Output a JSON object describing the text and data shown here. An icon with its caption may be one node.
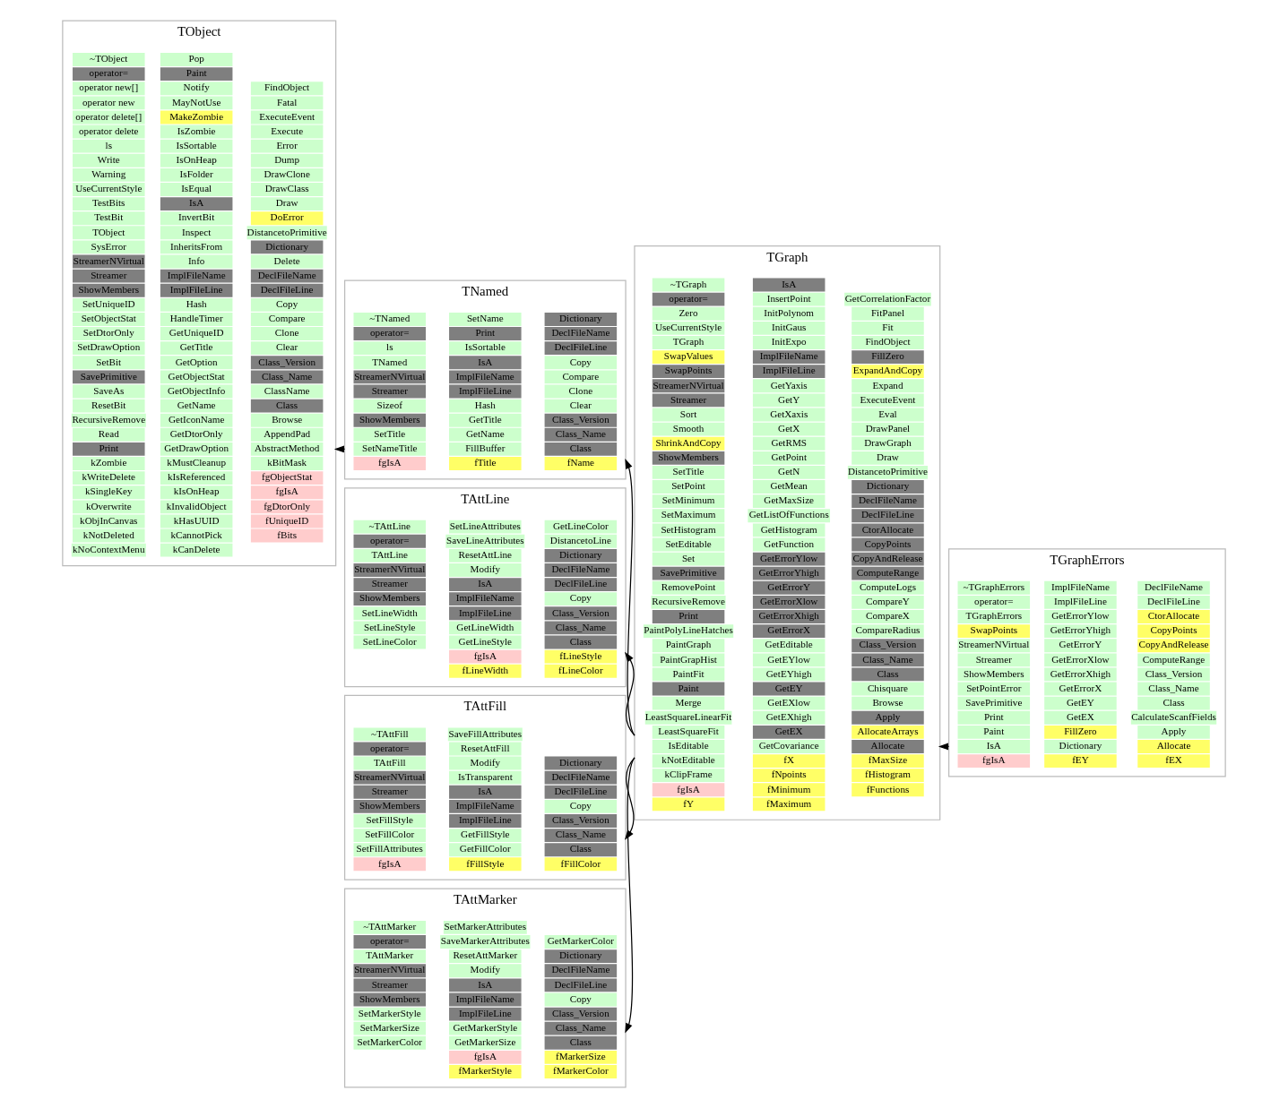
{
  "diagram": {
    "nodes": [
      {
        "text": [
          "TObject"
        ]
      },
      {
        "text": [
          "kNoContextMenu"
        ],
        "in": 0
      },
      {
        "text": [
          "kNotDeleted"
        ],
        "in": 0
      },
      {
        "text": [
          "kObjInCanvas"
        ],
        "in": 0
      },
      {
        "text": [
          "kOverwrite"
        ],
        "in": 0
      },
      {
        "text": [
          "kSingleKey"
        ],
        "in": 0
      },
      {
        "text": [
          "kWriteDelete"
        ],
        "in": 0
      },
      {
        "text": [
          "kZombie"
        ],
        "in": 0
      },
      {
        "text": [
          "kCanDelete"
        ],
        "in": 0
      },
      {
        "text": [
          "kCannotPick"
        ],
        "in": 0
      },
      {
        "text": [
          "kHasUUID"
        ],
        "in": 0
      },
      {
        "text": [
          "kInvalidObject"
        ],
        "in": 0
      },
      {
        "text": [
          "kIsOnHeap"
        ],
        "in": 0
      },
      {
        "text": [
          "kIsReferenced"
        ],
        "in": 0
      },
      {
        "text": [
          "kMustCleanup"
        ],
        "in": 0
      },
      {
        "text": [
          "fBits"
        ],
        "in": 0
      },
      {
        "text": [
          "fUniqueID"
        ],
        "in": 0
      },
      {
        "text": [
          "fgDtorOnly"
        ],
        "in": 0
      },
      {
        "text": [
          "fgIsA"
        ],
        "in": 0
      },
      {
        "text": [
          "fgObjectStat"
        ],
        "in": 0
      },
      {
        "text": [
          "kBitMask"
        ],
        "in": 0
      },
      {
        "text": [
          "Print"
        ],
        "in": 0
      },
      {
        "text": [
          "Read"
        ],
        "in": 0
      },
      {
        "text": [
          "RecursiveRemove"
        ],
        "in": 0
      },
      {
        "text": [
          "ResetBit"
        ],
        "in": 0
      },
      {
        "text": [
          "SaveAs"
        ],
        "in": 0
      },
      {
        "text": [
          "SavePrimitive"
        ],
        "in": 0
      },
      {
        "text": [
          "SetBit"
        ],
        "in": 0
      },
      {
        "text": [
          "SetDrawOption"
        ],
        "in": 0
      },
      {
        "text": [
          "SetDtorOnly"
        ],
        "in": 0
      },
      {
        "text": [
          "SetObjectStat"
        ],
        "in": 0
      },
      {
        "text": [
          "SetUniqueID"
        ],
        "in": 0
      },
      {
        "text": [
          "ShowMembers"
        ],
        "in": 0
      },
      {
        "text": [
          "Streamer"
        ],
        "in": 0
      },
      {
        "text": [
          "StreamerNVirtual"
        ],
        "in": 0
      },
      {
        "text": [
          "SysError"
        ],
        "in": 0
      },
      {
        "text": [
          "TObject"
        ],
        "in": 0
      },
      {
        "text": [
          "TestBit"
        ],
        "in": 0
      },
      {
        "text": [
          "TestBits"
        ],
        "in": 0
      },
      {
        "text": [
          "UseCurrentStyle"
        ],
        "in": 0
      },
      {
        "text": [
          "Warning"
        ],
        "in": 0
      },
      {
        "text": [
          "Write"
        ],
        "in": 0
      },
      {
        "text": [
          "ls"
        ],
        "in": 0
      },
      {
        "text": [
          "operator delete"
        ],
        "in": 0
      },
      {
        "text": [
          "operator delete[]"
        ],
        "in": 0
      },
      {
        "text": [
          "operator new"
        ],
        "in": 0
      },
      {
        "text": [
          "operator new[]"
        ],
        "in": 0
      },
      {
        "text": [
          "operator="
        ],
        "in": 0
      },
      {
        "text": [
          "~TObject"
        ],
        "in": 0
      },
      {
        "text": [
          "GetDrawOption"
        ],
        "in": 0
      },
      {
        "text": [
          "GetDtorOnly"
        ],
        "in": 0
      },
      {
        "text": [
          "GetIconName"
        ],
        "in": 0
      },
      {
        "text": [
          "GetName"
        ],
        "in": 0
      },
      {
        "text": [
          "GetObjectInfo"
        ],
        "in": 0
      },
      {
        "text": [
          "GetObjectStat"
        ],
        "in": 0
      },
      {
        "text": [
          "GetOption"
        ],
        "in": 0
      },
      {
        "text": [
          "GetTitle"
        ],
        "in": 0
      },
      {
        "text": [
          "GetUniqueID"
        ],
        "in": 0
      },
      {
        "text": [
          "HandleTimer"
        ],
        "in": 0
      },
      {
        "text": [
          "Hash"
        ],
        "in": 0
      },
      {
        "text": [
          "ImplFileLine"
        ],
        "in": 0
      },
      {
        "text": [
          "ImplFileName"
        ],
        "in": 0
      },
      {
        "text": [
          "Info"
        ],
        "in": 0
      },
      {
        "text": [
          "InheritsFrom"
        ],
        "in": 0
      },
      {
        "text": [
          "Inspect"
        ],
        "in": 0
      },
      {
        "text": [
          "InvertBit"
        ],
        "in": 0
      },
      {
        "text": [
          "IsA"
        ],
        "in": 0
      },
      {
        "text": [
          "IsEqual"
        ],
        "in": 0
      },
      {
        "text": [
          "IsFolder"
        ],
        "in": 0
      },
      {
        "text": [
          "IsOnHeap"
        ],
        "in": 0
      },
      {
        "text": [
          "IsSortable"
        ],
        "in": 0
      },
      {
        "text": [
          "IsZombie"
        ],
        "in": 0
      },
      {
        "text": [
          "MakeZombie"
        ],
        "in": 0
      },
      {
        "text": [
          "MayNotUse"
        ],
        "in": 0
      },
      {
        "text": [
          "Notify"
        ],
        "in": 0
      },
      {
        "text": [
          "Paint"
        ],
        "in": 0
      },
      {
        "text": [
          "Pop"
        ],
        "in": 0
      },
      {
        "text": [
          "AbstractMethod"
        ],
        "in": 0
      },
      {
        "text": [
          "AppendPad"
        ],
        "in": 0
      },
      {
        "text": [
          "Browse"
        ],
        "in": 0
      },
      {
        "text": [
          "Class"
        ],
        "in": 0
      },
      {
        "text": [
          "ClassName"
        ],
        "in": 0
      },
      {
        "text": [
          "Class_Name"
        ],
        "in": 0
      },
      {
        "text": [
          "Class_Version"
        ],
        "in": 0
      },
      {
        "text": [
          "Clear"
        ],
        "in": 0
      },
      {
        "text": [
          "Clone"
        ],
        "in": 0
      },
      {
        "text": [
          "Compare"
        ],
        "in": 0
      },
      {
        "text": [
          "Copy"
        ],
        "in": 0
      },
      {
        "text": [
          "DeclFileLine"
        ],
        "in": 0
      },
      {
        "text": [
          "DeclFileName"
        ],
        "in": 0
      },
      {
        "text": [
          "Delete"
        ],
        "in": 0
      },
      {
        "text": [
          "Dictionary"
        ],
        "in": 0
      },
      {
        "text": [
          "DistancetoPrimitive"
        ],
        "in": 0
      },
      {
        "text": [
          "DoError"
        ],
        "in": 0
      },
      {
        "text": [
          "Draw"
        ],
        "in": 0
      },
      {
        "text": [
          "DrawClass"
        ],
        "in": 0
      },
      {
        "text": [
          "DrawClone"
        ],
        "in": 0
      },
      {
        "text": [
          "Dump"
        ],
        "in": 0
      },
      {
        "text": [
          "Error"
        ],
        "in": 0
      },
      {
        "text": [
          "Execute"
        ],
        "in": 0
      },
      {
        "text": [
          "ExecuteEvent"
        ],
        "in": 0
      },
      {
        "text": [
          "Fatal"
        ],
        "in": 0
      },
      {
        "text": [
          "FindObject"
        ],
        "in": 0
      },
      {
        "text": [
          "TNamed"
        ]
      },
      {
        "text": [
          "fgIsA"
        ],
        "in": 103
      },
      {
        "text": [
          "fTitle"
        ],
        "in": 103
      },
      {
        "text": [
          "fName"
        ],
        "in": 103
      },
      {
        "text": [
          "SetNameTitle"
        ],
        "in": 103
      },
      {
        "text": [
          "SetTitle"
        ],
        "in": 103
      },
      {
        "text": [
          "ShowMembers"
        ],
        "in": 103
      },
      {
        "text": [
          "Sizeof"
        ],
        "in": 103
      },
      {
        "text": [
          "Streamer"
        ],
        "in": 103
      },
      {
        "text": [
          "StreamerNVirtual"
        ],
        "in": 103
      },
      {
        "text": [
          "TNamed"
        ],
        "in": 103
      },
      {
        "text": [
          "ls"
        ],
        "in": 103
      },
      {
        "text": [
          "operator="
        ],
        "in": 103
      },
      {
        "text": [
          "~TNamed"
        ],
        "in": 103
      },
      {
        "text": [
          "FillBuffer"
        ],
        "in": 103
      },
      {
        "text": [
          "GetName"
        ],
        "in": 103
      },
      {
        "text": [
          "GetTitle"
        ],
        "in": 103
      },
      {
        "text": [
          "Hash"
        ],
        "in": 103
      },
      {
        "text": [
          "ImplFileLine"
        ],
        "in": 103
      },
      {
        "text": [
          "ImplFileName"
        ],
        "in": 103
      },
      {
        "text": [
          "IsA"
        ],
        "in": 103
      },
      {
        "text": [
          "IsSortable"
        ],
        "in": 103
      },
      {
        "text": [
          "Print"
        ],
        "in": 103
      },
      {
        "text": [
          "SetName"
        ],
        "in": 103
      },
      {
        "text": [
          "Class"
        ],
        "in": 103
      },
      {
        "text": [
          "Class_Name"
        ],
        "in": 103
      },
      {
        "text": [
          "Class_Version"
        ],
        "in": 103
      },
      {
        "text": [
          "Clear"
        ],
        "in": 103
      },
      {
        "text": [
          "Clone"
        ],
        "in": 103
      },
      {
        "text": [
          "Compare"
        ],
        "in": 103
      },
      {
        "text": [
          "Copy"
        ],
        "in": 103
      },
      {
        "text": [
          "DeclFileLine"
        ],
        "in": 103
      },
      {
        "text": [
          "DeclFileName"
        ],
        "in": 103
      },
      {
        "text": [
          "Dictionary"
        ],
        "in": 103
      },
      {
        "text": [
          "TAttLine"
        ]
      },
      {
        "text": [
          "fLineWidth"
        ],
        "in": 137
      },
      {
        "text": [
          "fgIsA"
        ],
        "in": 137
      },
      {
        "text": [
          "fLineColor"
        ],
        "in": 137
      },
      {
        "text": [
          "fLineStyle"
        ],
        "in": 137
      },
      {
        "text": [
          "SetLineColor"
        ],
        "in": 137
      },
      {
        "text": [
          "SetLineStyle"
        ],
        "in": 137
      },
      {
        "text": [
          "SetLineWidth"
        ],
        "in": 137
      },
      {
        "text": [
          "ShowMembers"
        ],
        "in": 137
      },
      {
        "text": [
          "Streamer"
        ],
        "in": 137
      },
      {
        "text": [
          "StreamerNVirtual"
        ],
        "in": 137
      },
      {
        "text": [
          "TAttLine"
        ],
        "in": 137
      },
      {
        "text": [
          "operator="
        ],
        "in": 137
      },
      {
        "text": [
          "~TAttLine"
        ],
        "in": 137
      },
      {
        "text": [
          "GetLineStyle"
        ],
        "in": 137
      },
      {
        "text": [
          "GetLineWidth"
        ],
        "in": 137
      },
      {
        "text": [
          "ImplFileLine"
        ],
        "in": 137
      },
      {
        "text": [
          "ImplFileName"
        ],
        "in": 137
      },
      {
        "text": [
          "IsA"
        ],
        "in": 137
      },
      {
        "text": [
          "Modify"
        ],
        "in": 137
      },
      {
        "text": [
          "ResetAttLine"
        ],
        "in": 137
      },
      {
        "text": [
          "SaveLineAttributes"
        ],
        "in": 137
      },
      {
        "text": [
          "SetLineAttributes"
        ],
        "in": 137
      },
      {
        "text": [
          "Class"
        ],
        "in": 137
      },
      {
        "text": [
          "Class_Name"
        ],
        "in": 137
      },
      {
        "text": [
          "Class_Version"
        ],
        "in": 137
      },
      {
        "text": [
          "Copy"
        ],
        "in": 137
      },
      {
        "text": [
          "DeclFileLine"
        ],
        "in": 137
      },
      {
        "text": [
          "DeclFileName"
        ],
        "in": 137
      },
      {
        "text": [
          "Dictionary"
        ],
        "in": 137
      },
      {
        "text": [
          "DistancetoLine"
        ],
        "in": 137
      },
      {
        "text": [
          "GetLineColor"
        ],
        "in": 137
      },
      {
        "text": [
          "TAttFill"
        ]
      },
      {
        "text": [
          "fgIsA"
        ],
        "in": 169
      },
      {
        "text": [
          "fFillStyle"
        ],
        "in": 169
      },
      {
        "text": [
          "fFillColor"
        ],
        "in": 169
      },
      {
        "text": [
          "SetFillAttributes"
        ],
        "in": 169
      },
      {
        "text": [
          "SetFillColor"
        ],
        "in": 169
      },
      {
        "text": [
          "SetFillStyle"
        ],
        "in": 169
      },
      {
        "text": [
          "ShowMembers"
        ],
        "in": 169
      },
      {
        "text": [
          "Streamer"
        ],
        "in": 169
      },
      {
        "text": [
          "StreamerNVirtual"
        ],
        "in": 169
      },
      {
        "text": [
          "TAttFill"
        ],
        "in": 169
      },
      {
        "text": [
          "operator="
        ],
        "in": 169
      },
      {
        "text": [
          "~TAttFill"
        ],
        "in": 169
      },
      {
        "text": [
          "GetFillColor"
        ],
        "in": 169
      },
      {
        "text": [
          "GetFillStyle"
        ],
        "in": 169
      },
      {
        "text": [
          "ImplFileLine"
        ],
        "in": 169
      },
      {
        "text": [
          "ImplFileName"
        ],
        "in": 169
      },
      {
        "text": [
          "IsA"
        ],
        "in": 169
      },
      {
        "text": [
          "IsTransparent"
        ],
        "in": 169
      },
      {
        "text": [
          "Modify"
        ],
        "in": 169
      },
      {
        "text": [
          "ResetAttFill"
        ],
        "in": 169
      },
      {
        "text": [
          "SaveFillAttributes"
        ],
        "in": 169
      },
      {
        "text": [
          "Class"
        ],
        "in": 169
      },
      {
        "text": [
          "Class_Name"
        ],
        "in": 169
      },
      {
        "text": [
          "Class_Version"
        ],
        "in": 169
      },
      {
        "text": [
          "Copy"
        ],
        "in": 169
      },
      {
        "text": [
          "DeclFileLine"
        ],
        "in": 169
      },
      {
        "text": [
          "DeclFileName"
        ],
        "in": 169
      },
      {
        "text": [
          "Dictionary"
        ],
        "in": 169
      },
      {
        "text": [
          "TAttMarker"
        ]
      },
      {
        "text": [
          "fMarkerStyle"
        ],
        "in": 198
      },
      {
        "text": [
          "fgIsA"
        ],
        "in": 198
      },
      {
        "text": [
          "fMarkerColor"
        ],
        "in": 198
      },
      {
        "text": [
          "fMarkerSize"
        ],
        "in": 198
      },
      {
        "text": [
          "SetMarkerColor"
        ],
        "in": 198
      },
      {
        "text": [
          "SetMarkerSize"
        ],
        "in": 198
      },
      {
        "text": [
          "SetMarkerStyle"
        ],
        "in": 198
      },
      {
        "text": [
          "ShowMembers"
        ],
        "in": 198
      },
      {
        "text": [
          "Streamer"
        ],
        "in": 198
      },
      {
        "text": [
          "StreamerNVirtual"
        ],
        "in": 198
      },
      {
        "text": [
          "TAttMarker"
        ],
        "in": 198
      },
      {
        "text": [
          "operator="
        ],
        "in": 198
      },
      {
        "text": [
          "~TAttMarker"
        ],
        "in": 198
      },
      {
        "text": [
          "GetMarkerSize"
        ],
        "in": 198
      },
      {
        "text": [
          "GetMarkerStyle"
        ],
        "in": 198
      },
      {
        "text": [
          "ImplFileLine"
        ],
        "in": 198
      },
      {
        "text": [
          "ImplFileName"
        ],
        "in": 198
      },
      {
        "text": [
          "IsA"
        ],
        "in": 198
      },
      {
        "text": [
          "Modify"
        ],
        "in": 198
      },
      {
        "text": [
          "ResetAttMarker"
        ],
        "in": 198
      },
      {
        "text": [
          "SaveMarkerAttributes"
        ],
        "in": 198
      },
      {
        "text": [
          "SetMarkerAttributes"
        ],
        "in": 198
      },
      {
        "text": [
          "Class"
        ],
        "in": 198
      },
      {
        "text": [
          "Class_Name"
        ],
        "in": 198
      },
      {
        "text": [
          "Class_Version"
        ],
        "in": 198
      },
      {
        "text": [
          "Copy"
        ],
        "in": 198
      },
      {
        "text": [
          "DeclFileLine"
        ],
        "in": 198
      },
      {
        "text": [
          "DeclFileName"
        ],
        "in": 198
      },
      {
        "text": [
          "Dictionary"
        ],
        "in": 198
      },
      {
        "text": [
          "GetMarkerColor"
        ],
        "in": 198
      },
      {
        "text": [
          "TGraph"
        ]
      },
      {
        "text": [
          "fY"
        ],
        "in": 229
      },
      {
        "text": [
          "fgIsA"
        ],
        "in": 229
      },
      {
        "text": [
          "kClipFrame"
        ],
        "in": 229
      },
      {
        "text": [
          "kNotEditable"
        ],
        "in": 229
      },
      {
        "text": [
          "fMaximum"
        ],
        "in": 229
      },
      {
        "text": [
          "fMinimum"
        ],
        "in": 229
      },
      {
        "text": [
          "fNpoints"
        ],
        "in": 229
      },
      {
        "text": [
          "fX"
        ],
        "in": 229
      },
      {
        "text": [
          "fFunctions"
        ],
        "in": 229
      },
      {
        "text": [
          "fHistogram"
        ],
        "in": 229
      },
      {
        "text": [
          "fMaxSize"
        ],
        "in": 229
      },
      {
        "text": [
          "IsEditable"
        ],
        "in": 229
      },
      {
        "text": [
          "LeastSquareFit"
        ],
        "in": 229
      },
      {
        "text": [
          "LeastSquareLinearFit"
        ],
        "in": 229
      },
      {
        "text": [
          "Merge"
        ],
        "in": 229
      },
      {
        "text": [
          "Paint"
        ],
        "in": 229
      },
      {
        "text": [
          "PaintFit"
        ],
        "in": 229
      },
      {
        "text": [
          "PaintGrapHist"
        ],
        "in": 229
      },
      {
        "text": [
          "PaintGraph"
        ],
        "in": 229
      },
      {
        "text": [
          "PaintPolyLineHatches"
        ],
        "in": 229
      },
      {
        "text": [
          "Print"
        ],
        "in": 229
      },
      {
        "text": [
          "RecursiveRemove"
        ],
        "in": 229
      },
      {
        "text": [
          "RemovePoint"
        ],
        "in": 229
      },
      {
        "text": [
          "SavePrimitive"
        ],
        "in": 229
      },
      {
        "text": [
          "Set"
        ],
        "in": 229
      },
      {
        "text": [
          "SetEditable"
        ],
        "in": 229
      },
      {
        "text": [
          "SetHistogram"
        ],
        "in": 229
      },
      {
        "text": [
          "SetMaximum"
        ],
        "in": 229
      },
      {
        "text": [
          "SetMinimum"
        ],
        "in": 229
      },
      {
        "text": [
          "SetPoint"
        ],
        "in": 229
      },
      {
        "text": [
          "SetTitle"
        ],
        "in": 229
      },
      {
        "text": [
          "ShowMembers"
        ],
        "in": 229
      },
      {
        "text": [
          "ShrinkAndCopy"
        ],
        "in": 229
      },
      {
        "text": [
          "Smooth"
        ],
        "in": 229
      },
      {
        "text": [
          "Sort"
        ],
        "in": 229
      },
      {
        "text": [
          "Streamer"
        ],
        "in": 229
      },
      {
        "text": [
          "StreamerNVirtual"
        ],
        "in": 229
      },
      {
        "text": [
          "SwapPoints"
        ],
        "in": 229
      },
      {
        "text": [
          "SwapValues"
        ],
        "in": 229
      },
      {
        "text": [
          "TGraph"
        ],
        "in": 229
      },
      {
        "text": [
          "UseCurrentStyle"
        ],
        "in": 229
      },
      {
        "text": [
          "Zero"
        ],
        "in": 229
      },
      {
        "text": [
          "operator="
        ],
        "in": 229
      },
      {
        "text": [
          "~TGraph"
        ],
        "in": 229
      },
      {
        "text": [
          "GetCovariance"
        ],
        "in": 229
      },
      {
        "text": [
          "GetEX"
        ],
        "in": 229
      },
      {
        "text": [
          "GetEXhigh"
        ],
        "in": 229
      },
      {
        "text": [
          "GetEXlow"
        ],
        "in": 229
      },
      {
        "text": [
          "GetEY"
        ],
        "in": 229
      },
      {
        "text": [
          "GetEYhigh"
        ],
        "in": 229
      },
      {
        "text": [
          "GetEYlow"
        ],
        "in": 229
      },
      {
        "text": [
          "GetEditable"
        ],
        "in": 229
      },
      {
        "text": [
          "GetErrorX"
        ],
        "in": 229
      },
      {
        "text": [
          "GetErrorXhigh"
        ],
        "in": 229
      },
      {
        "text": [
          "GetErrorXlow"
        ],
        "in": 229
      },
      {
        "text": [
          "GetErrorY"
        ],
        "in": 229
      },
      {
        "text": [
          "GetErrorYhigh"
        ],
        "in": 229
      },
      {
        "text": [
          "GetErrorYlow"
        ],
        "in": 229
      },
      {
        "text": [
          "GetFunction"
        ],
        "in": 229
      },
      {
        "text": [
          "GetHistogram"
        ],
        "in": 229
      },
      {
        "text": [
          "GetListOfFunctions"
        ],
        "in": 229
      },
      {
        "text": [
          "GetMaxSize"
        ],
        "in": 229
      },
      {
        "text": [
          "GetMean"
        ],
        "in": 229
      },
      {
        "text": [
          "GetN"
        ],
        "in": 229
      },
      {
        "text": [
          "GetPoint"
        ],
        "in": 229
      },
      {
        "text": [
          "GetRMS"
        ],
        "in": 229
      },
      {
        "text": [
          "GetX"
        ],
        "in": 229
      },
      {
        "text": [
          "GetXaxis"
        ],
        "in": 229
      },
      {
        "text": [
          "GetY"
        ],
        "in": 229
      },
      {
        "text": [
          "GetYaxis"
        ],
        "in": 229
      },
      {
        "text": [
          "ImplFileLine"
        ],
        "in": 229
      },
      {
        "text": [
          "ImplFileName"
        ],
        "in": 229
      },
      {
        "text": [
          "InitExpo"
        ],
        "in": 229
      },
      {
        "text": [
          "InitGaus"
        ],
        "in": 229
      },
      {
        "text": [
          "InitPolynom"
        ],
        "in": 229
      },
      {
        "text": [
          "InsertPoint"
        ],
        "in": 229
      },
      {
        "text": [
          "IsA"
        ],
        "in": 229
      },
      {
        "text": [
          "Allocate"
        ],
        "in": 229
      },
      {
        "text": [
          "AllocateArrays"
        ],
        "in": 229
      },
      {
        "text": [
          "Apply"
        ],
        "in": 229
      },
      {
        "text": [
          "Browse"
        ],
        "in": 229
      },
      {
        "text": [
          "Chisquare"
        ],
        "in": 229
      },
      {
        "text": [
          "Class"
        ],
        "in": 229
      },
      {
        "text": [
          "Class_Name"
        ],
        "in": 229
      },
      {
        "text": [
          "Class_Version"
        ],
        "in": 229
      },
      {
        "text": [
          "CompareRadius"
        ],
        "in": 229
      },
      {
        "text": [
          "CompareX"
        ],
        "in": 229
      },
      {
        "text": [
          "CompareY"
        ],
        "in": 229
      },
      {
        "text": [
          "ComputeLogs"
        ],
        "in": 229
      },
      {
        "text": [
          "ComputeRange"
        ],
        "in": 229
      },
      {
        "text": [
          "CopyAndRelease"
        ],
        "in": 229
      },
      {
        "text": [
          "CopyPoints"
        ],
        "in": 229
      },
      {
        "text": [
          "CtorAllocate"
        ],
        "in": 229
      },
      {
        "text": [
          "DeclFileLine"
        ],
        "in": 229
      },
      {
        "text": [
          "DeclFileName"
        ],
        "in": 229
      },
      {
        "text": [
          "Dictionary"
        ],
        "in": 229
      },
      {
        "text": [
          "DistancetoPrimitive"
        ],
        "in": 229
      },
      {
        "text": [
          "Draw"
        ],
        "in": 229
      },
      {
        "text": [
          "DrawGraph"
        ],
        "in": 229
      },
      {
        "text": [
          "DrawPanel"
        ],
        "in": 229
      },
      {
        "text": [
          "Eval"
        ],
        "in": 229
      },
      {
        "text": [
          "ExecuteEvent"
        ],
        "in": 229
      },
      {
        "text": [
          "Expand"
        ],
        "in": 229
      },
      {
        "text": [
          "ExpandAndCopy"
        ],
        "in": 229
      },
      {
        "text": [
          "FillZero"
        ],
        "in": 229
      },
      {
        "text": [
          "FindObject"
        ],
        "in": 229
      },
      {
        "text": [
          "Fit"
        ],
        "in": 229
      },
      {
        "text": [
          "FitPanel"
        ],
        "in": 229
      },
      {
        "text": [
          "GetCorrelationFactor"
        ],
        "in": 229
      },
      {
        "text": [
          "TGraphErrors"
        ]
      },
      {
        "text": [
          "fgIsA"
        ],
        "in": 339
      },
      {
        "text": [
          "fEY"
        ],
        "in": 339
      },
      {
        "text": [
          "fEX"
        ],
        "in": 339
      },
      {
        "text": [
          "IsA"
        ],
        "in": 339
      },
      {
        "text": [
          "Paint"
        ],
        "in": 339
      },
      {
        "text": [
          "Print"
        ],
        "in": 339
      },
      {
        "text": [
          "SavePrimitive"
        ],
        "in": 339
      },
      {
        "text": [
          "SetPointError"
        ],
        "in": 339
      },
      {
        "text": [
          "ShowMembers"
        ],
        "in": 339
      },
      {
        "text": [
          "Streamer"
        ],
        "in": 339
      },
      {
        "text": [
          "StreamerNVirtual"
        ],
        "in": 339
      },
      {
        "text": [
          "SwapPoints"
        ],
        "in": 339
      },
      {
        "text": [
          "TGraphErrors"
        ],
        "in": 339
      },
      {
        "text": [
          "operator="
        ],
        "in": 339
      },
      {
        "text": [
          "~TGraphErrors"
        ],
        "in": 339
      },
      {
        "text": [
          "Dictionary"
        ],
        "in": 339
      },
      {
        "text": [
          "FillZero"
        ],
        "in": 339
      },
      {
        "text": [
          "GetEX"
        ],
        "in": 339
      },
      {
        "text": [
          "GetEY"
        ],
        "in": 339
      },
      {
        "text": [
          "GetErrorX"
        ],
        "in": 339
      },
      {
        "text": [
          "GetErrorXhigh"
        ],
        "in": 339
      },
      {
        "text": [
          "GetErrorXlow"
        ],
        "in": 339
      },
      {
        "text": [
          "GetErrorY"
        ],
        "in": 339
      },
      {
        "text": [
          "GetErrorYhigh"
        ],
        "in": 339
      },
      {
        "text": [
          "GetErrorYlow"
        ],
        "in": 339
      },
      {
        "text": [
          "ImplFileLine"
        ],
        "in": 339
      },
      {
        "text": [
          "ImplFileName"
        ],
        "in": 339
      },
      {
        "text": [
          "Allocate"
        ],
        "in": 339
      },
      {
        "text": [
          "Apply"
        ],
        "in": 339
      },
      {
        "text": [
          "CalculateScanfFields"
        ],
        "in": 339
      },
      {
        "text": [
          "Class"
        ],
        "in": 339
      },
      {
        "text": [
          "Class_Name"
        ],
        "in": 339
      },
      {
        "text": [
          "Class_Version"
        ],
        "in": 339
      },
      {
        "text": [
          "ComputeRange"
        ],
        "in": 339
      },
      {
        "text": [
          "CopyAndRelease"
        ],
        "in": 339
      },
      {
        "text": [
          "CopyPoints"
        ],
        "in": 339
      },
      {
        "text": [
          "CtorAllocate"
        ],
        "in": 339
      },
      {
        "text": [
          "DeclFileLine"
        ],
        "in": 339
      },
      {
        "text": [
          "DeclFileName"
        ],
        "in": 339
      }
    ],
    "edges": [
      {
        "from": 103,
        "to": 0,
        "arrow": "to"
      },
      {
        "from": 229,
        "to": 103,
        "arrow": "to"
      },
      {
        "from": 229,
        "to": 137,
        "arrow": "to"
      },
      {
        "from": 229,
        "to": 169,
        "arrow": "to"
      },
      {
        "from": 229,
        "to": 198,
        "arrow": "to"
      },
      {
        "from": 339,
        "to": 229,
        "arrow": "to"
      }
    ]
  }
}
